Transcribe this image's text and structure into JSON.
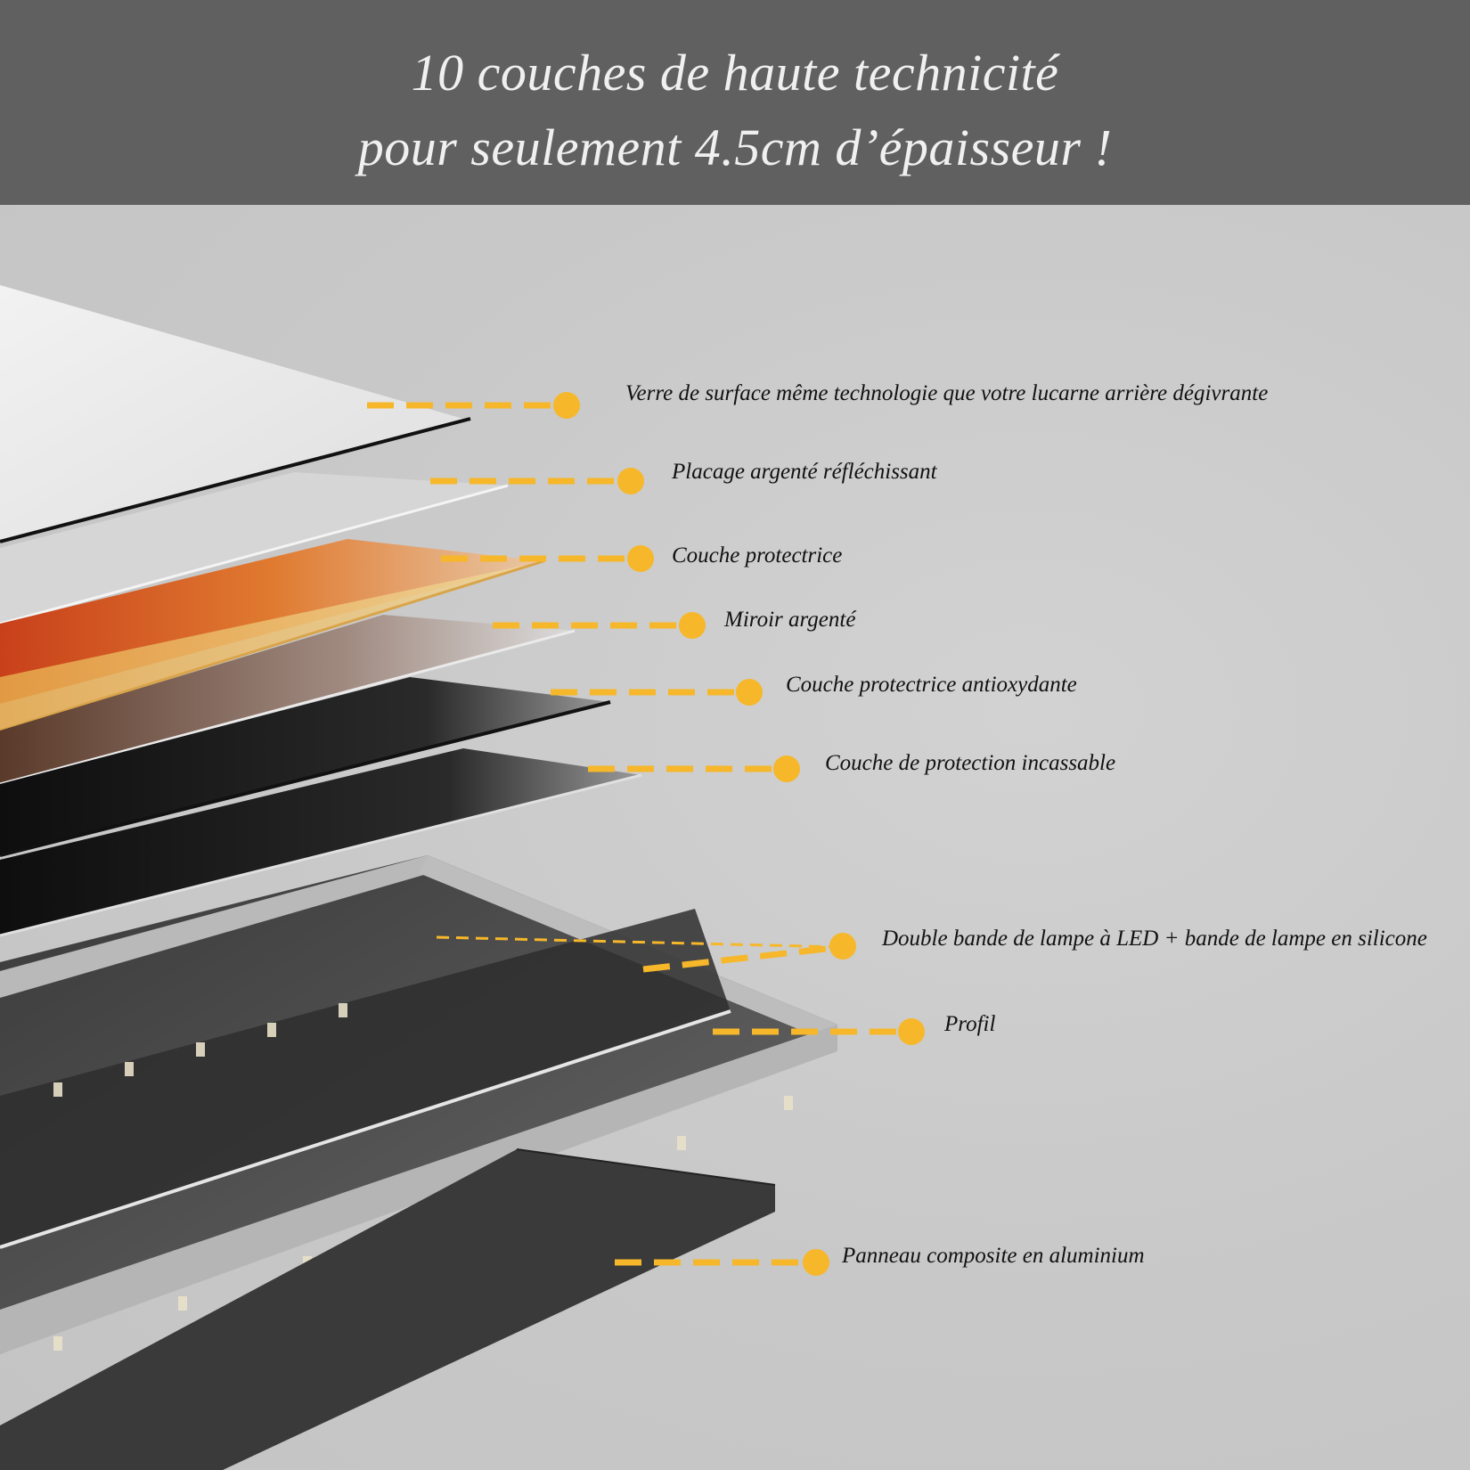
{
  "header": {
    "title_line1": "10 couches de haute technicité",
    "title_line2": "pour seulement 4.5cm d’épaisseur !",
    "background": "#606060",
    "text_color": "#f0f0f0"
  },
  "colors": {
    "background": "#c8c8c8",
    "callout": "#f6b72a",
    "label_text": "#111111"
  },
  "callouts": [
    {
      "id": "verre-surface",
      "label": "Verre de surface  même technologie que votre lucarne arrière dégivrante"
    },
    {
      "id": "placage-argente",
      "label": "Placage argenté réfléchissant"
    },
    {
      "id": "couche-protectrice",
      "label": "Couche protectrice"
    },
    {
      "id": "miroir-argente",
      "label": "Miroir argenté"
    },
    {
      "id": "couche-antioxydante",
      "label": "Couche protectrice antioxydante"
    },
    {
      "id": "couche-incassable",
      "label": "Couche de protection incassable"
    },
    {
      "id": "bande-led",
      "label": "Double bande de lampe à LED + bande de lampe en silicone"
    },
    {
      "id": "profil",
      "label": "Profil"
    },
    {
      "id": "panneau-aluminium",
      "label": "Panneau composite en aluminium"
    }
  ]
}
